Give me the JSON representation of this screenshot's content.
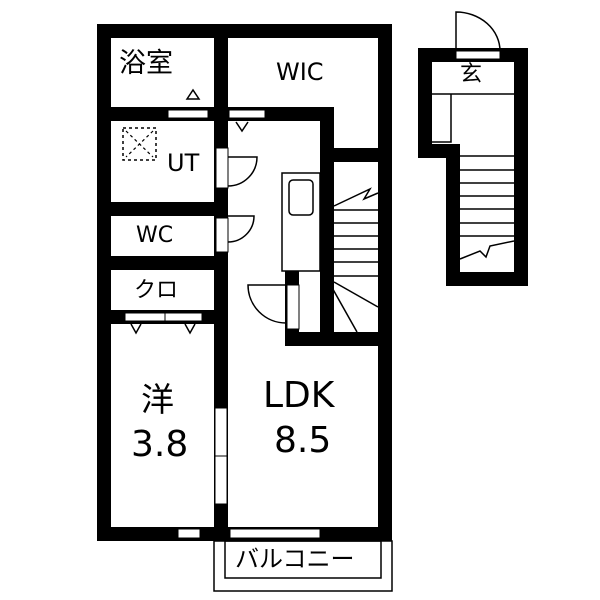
{
  "plan": {
    "rooms": {
      "bath": "浴室",
      "wic": "WIC",
      "ut": "UT",
      "wc": "WC",
      "closet": "クロ",
      "western_room": "洋",
      "western_size": "3.8",
      "ldk": "LDK",
      "ldk_size": "8.5",
      "balcony": "バルコニー",
      "entrance": "玄"
    },
    "colors": {
      "wall": "#000000",
      "background": "#ffffff"
    }
  }
}
